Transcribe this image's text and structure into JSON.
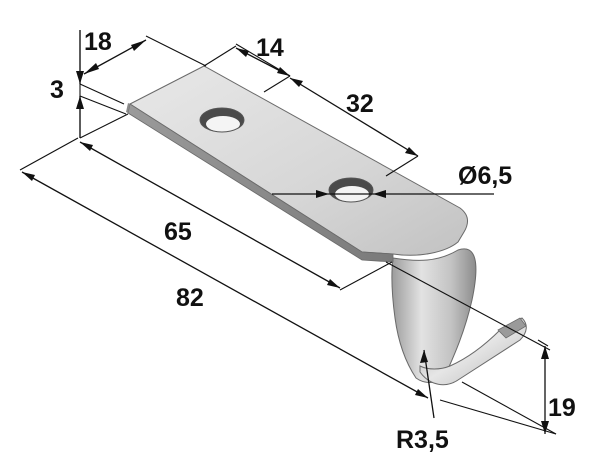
{
  "dimensions": {
    "d18": "18",
    "d14": "14",
    "d3": "3",
    "d32": "32",
    "hole": "Ø6,5",
    "d65": "65",
    "d82": "82",
    "d19": "19",
    "radius": "R3,5"
  },
  "colors": {
    "line": "#111111",
    "metal_light": "#dcdcdc",
    "metal_mid": "#bdbdbd",
    "metal_dark": "#8a8a8a",
    "background": "#ffffff"
  }
}
